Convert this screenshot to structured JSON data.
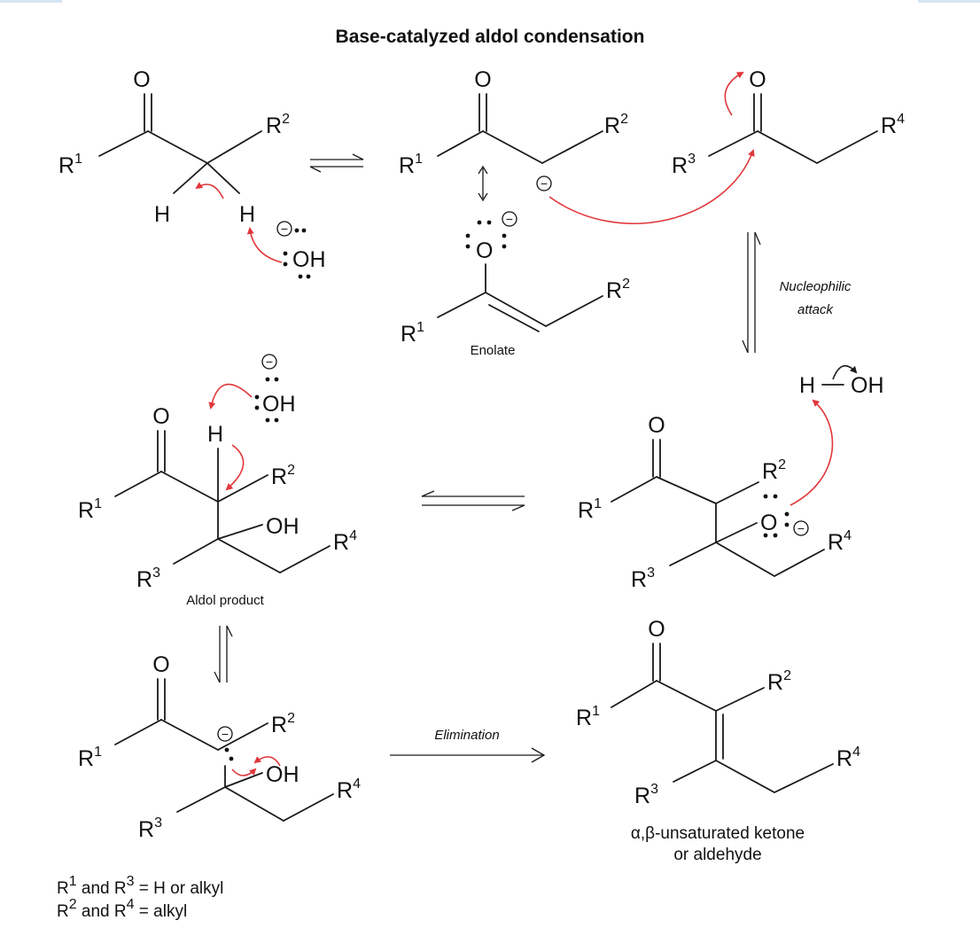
{
  "title": "Base-catalyzed aldol condensation",
  "labels": {
    "o": "O",
    "h": "H",
    "oh": "OH",
    "r": "R",
    "sup1": "1",
    "sup2": "2",
    "sup3": "3",
    "sup4": "4",
    "minus": "−"
  },
  "captions": {
    "enolate": "Enolate",
    "nucleophilic": "Nucleophilic",
    "attack": "attack",
    "aldol_product": "Aldol product",
    "elimination": "Elimination",
    "product_line1": "α,β-unsaturated ketone",
    "product_line2": "or aldehyde"
  },
  "footnote": {
    "line1_a": "R",
    "line1_sup_a": "1",
    "line1_b": " and R",
    "line1_sup_b": "3",
    "line1_c": " = H or alkyl",
    "line2_a": "R",
    "line2_sup_a": "2",
    "line2_b": " and R",
    "line2_sup_b": "4",
    "line2_c": " = alkyl"
  },
  "colors": {
    "arrow_red": "#e0373a",
    "ink": "#111111"
  }
}
